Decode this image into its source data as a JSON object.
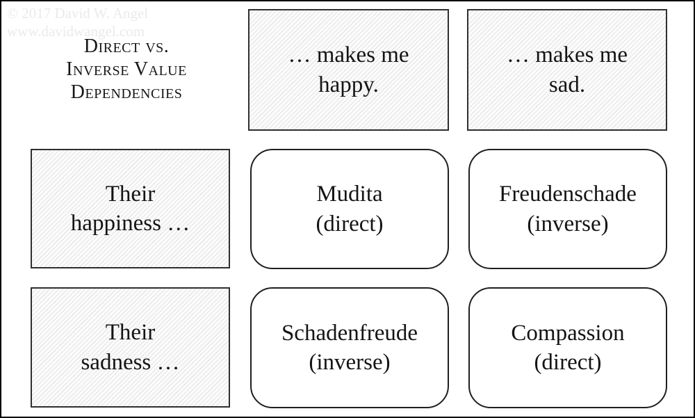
{
  "watermark": {
    "line1": "© 2017 David W. Angel",
    "line2": "www.davidwangel.com"
  },
  "title": {
    "text": "Direct vs. Inverse Value Dependencies",
    "lines": [
      "Direct vs.",
      "Inverse Value",
      "Dependencies"
    ]
  },
  "matrix": {
    "column_headers": [
      {
        "text": "… makes me happy.",
        "lines": [
          "… makes me",
          "happy."
        ]
      },
      {
        "text": "… makes me sad.",
        "lines": [
          "… makes me",
          "sad."
        ]
      }
    ],
    "row_headers": [
      {
        "text": "Their happiness …",
        "lines": [
          "Their",
          "happiness …"
        ]
      },
      {
        "text": "Their sadness …",
        "lines": [
          "Their",
          "sadness …"
        ]
      }
    ],
    "cells": [
      {
        "term": "Mudita",
        "dependency": "(direct)",
        "row": 0,
        "column": 0
      },
      {
        "term": "Freudenschade",
        "dependency": "(inverse)",
        "row": 0,
        "column": 1
      },
      {
        "term": "Schadenfreude",
        "dependency": "(inverse)",
        "row": 1,
        "column": 0
      },
      {
        "term": "Compassion",
        "dependency": "(direct)",
        "row": 1,
        "column": 1
      }
    ]
  },
  "colors": {
    "frame_border": "#000000",
    "box_border": "#2a2a2a",
    "text": "#1c1c1c",
    "watermark_text": "#eaeaea",
    "hatch_line": "#e9e9e9",
    "background": "#ffffff"
  }
}
